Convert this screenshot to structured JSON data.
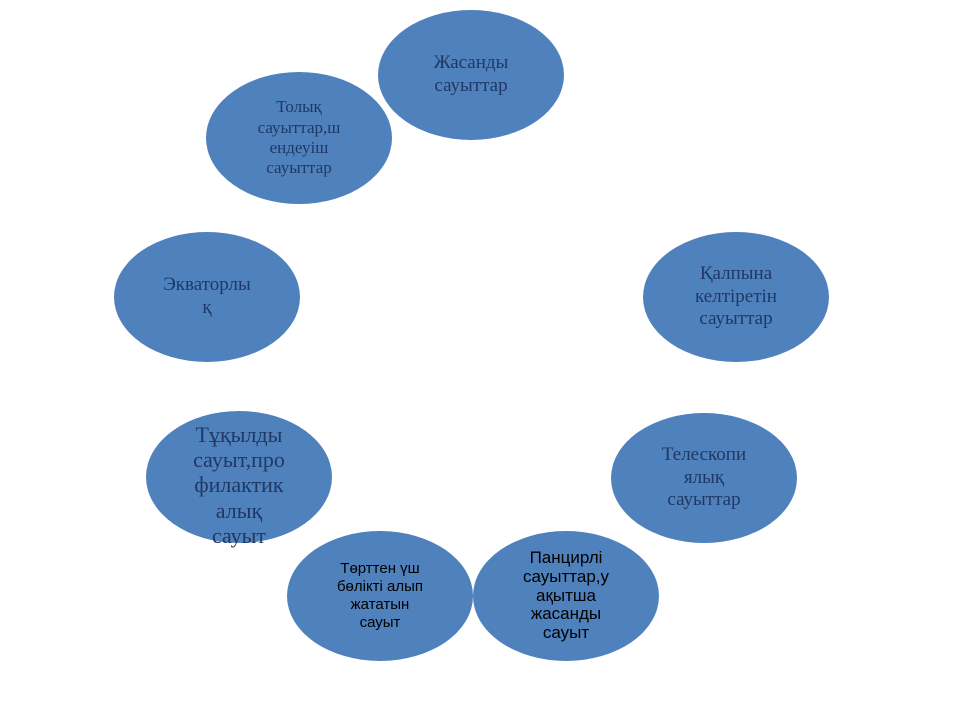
{
  "diagram": {
    "nodes": [
      {
        "label": "Жасанды\nсауыттар"
      },
      {
        "label": "Толық\nсауыттар,ш\nендеуіш\nсауыттар"
      },
      {
        "label": "Экваторлы\nқ"
      },
      {
        "label": "Қалпына\nкелтіретін\nсауыттар"
      },
      {
        "label": "Тұқылды\nсауыт,про\nфилактик\nалық\nсауыт"
      },
      {
        "label": "Телескопи\nялық\nсауыттар"
      },
      {
        "label": "Төрттен үш\nбөлікті алып\nжататын\nсауыт"
      },
      {
        "label": "Панцирлі\nсауыттар,у\nақытша\nжасанды\nсауыт"
      }
    ]
  },
  "colors": {
    "node_fill": "#4f81bd",
    "text": "#1f3864"
  }
}
